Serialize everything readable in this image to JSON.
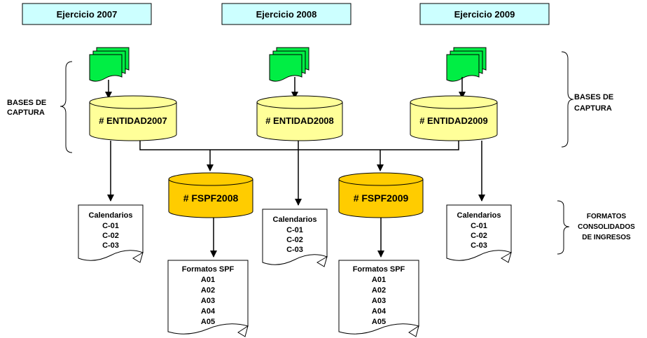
{
  "headers": [
    {
      "label": "Ejercicio 2007"
    },
    {
      "label": "Ejercicio 2008"
    },
    {
      "label": "Ejercicio 2009"
    }
  ],
  "capture_databases": [
    {
      "label": "# ENTIDAD2007"
    },
    {
      "label": "# ENTIDAD2008"
    },
    {
      "label": "# ENTIDAD2009"
    }
  ],
  "consolidated_databases": [
    {
      "label": "# FSPF2008"
    },
    {
      "label": "# FSPF2009"
    }
  ],
  "calendar_documents": [
    {
      "title": "Calendarios",
      "items": [
        "C-01",
        "C-02",
        "C-03"
      ]
    },
    {
      "title": "Calendarios",
      "items": [
        "C-01",
        "C-02",
        "C-03"
      ]
    },
    {
      "title": "Calendarios",
      "items": [
        "C-01",
        "C-02",
        "C-03"
      ]
    }
  ],
  "format_documents": [
    {
      "title": "Formatos SPF",
      "items": [
        "A01",
        "A02",
        "A03",
        "A04",
        "A05"
      ]
    },
    {
      "title": "Formatos SPF",
      "items": [
        "A01",
        "A02",
        "A03",
        "A04",
        "A05"
      ]
    }
  ],
  "side_labels": {
    "left_bases": [
      "BASES DE",
      "CAPTURA"
    ],
    "right_bases": [
      "BASES DE",
      "CAPTURA"
    ],
    "right_formats": [
      "FORMATOS",
      "CONSOLIDADOS",
      "DE INGRESOS"
    ]
  },
  "colors": {
    "header_fill": "#ccffff",
    "input_doc_fill": "#00ee44",
    "capture_db_fill": "#ffff99",
    "consolidated_db_fill": "#ffcc00"
  }
}
